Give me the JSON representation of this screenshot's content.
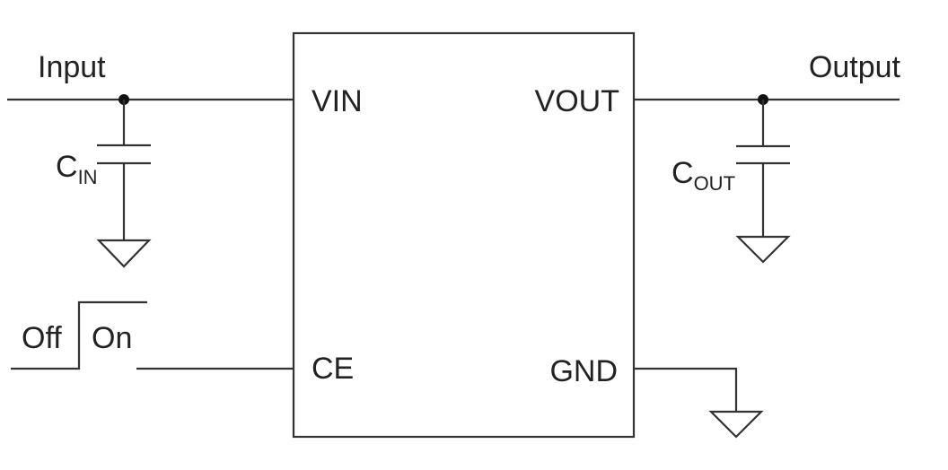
{
  "ic": {
    "pins": {
      "vin": "VIN",
      "vout": "VOUT",
      "ce": "CE",
      "gnd": "GND"
    }
  },
  "net_labels": {
    "input": "Input",
    "output": "Output"
  },
  "components": {
    "cin": {
      "main": "C",
      "sub": "IN"
    },
    "cout": {
      "main": "C",
      "sub": "OUT"
    }
  },
  "switch": {
    "off": "Off",
    "on": "On"
  }
}
